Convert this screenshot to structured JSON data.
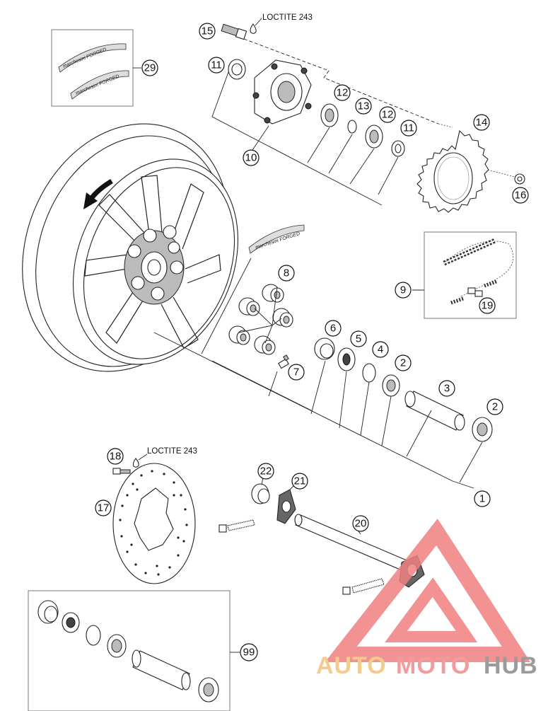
{
  "notes": {
    "loctite_top": "LOCTITE 243",
    "loctite_bottom": "LOCTITE 243"
  },
  "decals": {
    "text": "marchesini FORGED"
  },
  "callouts": {
    "c1": "1",
    "c2a": "2",
    "c2b": "2",
    "c3": "3",
    "c4": "4",
    "c5": "5",
    "c6": "6",
    "c7": "7",
    "c8": "8",
    "c9": "9",
    "c10": "10",
    "c11a": "11",
    "c11b": "11",
    "c12a": "12",
    "c12b": "12",
    "c13": "13",
    "c14": "14",
    "c15": "15",
    "c16": "16",
    "c17": "17",
    "c18": "18",
    "c19": "19",
    "c20": "20",
    "c21": "21",
    "c22": "22",
    "c29": "29",
    "c99": "99"
  },
  "watermark": {
    "part1": "AUTO",
    "part2": "MOTO",
    "part3": "HUB",
    "colors": {
      "auto": "#f2c47a",
      "moto": "#f08a8a",
      "hub": "#8a8a8a",
      "triangle": "#f08080"
    }
  },
  "icons": {
    "rotation_arrow": "rotation-direction-arrow-icon",
    "loctite_drop": "droplet-icon"
  }
}
